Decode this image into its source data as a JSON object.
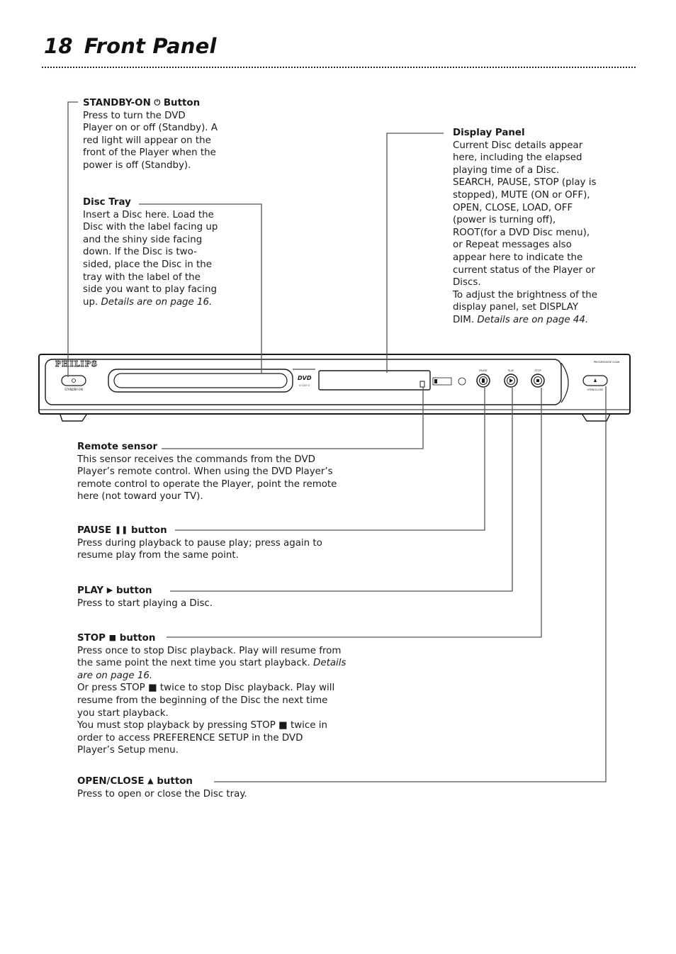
{
  "header": {
    "page_number": "18",
    "title": "Front Panel"
  },
  "device": {
    "brand": "PHILIPS",
    "standby_label": "STANDBY-ON",
    "progressive_label": "PROGRESSIVE SCAN",
    "open_close_label": "OPEN/CLOSE",
    "pause_label": "PAUSE",
    "play_label": "PLAY",
    "stop_label": "STOP",
    "dvd_logo": "DVD",
    "dvd_sub": "VIDEO"
  },
  "callouts": {
    "standby": {
      "title_a": "STANDBY-ON",
      "title_glyph": "⏻",
      "title_b": "Button",
      "desc": "Press to turn the DVD\nPlayer on or off (Standby). A\nred light will appear on the\nfront of the Player when the\npower is off (Standby)."
    },
    "disc_tray": {
      "title": "Disc Tray",
      "desc": "Insert a Disc here. Load the\nDisc with the label facing up\nand the shiny side facing\ndown. If the Disc is two-\nsided, place the Disc in the\ntray with the label of the\nside you want to play facing\nup. ",
      "note": "Details are on page 16."
    },
    "display_panel": {
      "title": "Display Panel",
      "desc": "Current Disc details appear\nhere, including the elapsed\nplaying time of a Disc.\nSEARCH, PAUSE, STOP (play is\nstopped), MUTE (ON or OFF),\nOPEN, CLOSE, LOAD, OFF\n(power is turning off),\nROOT(for a DVD Disc menu),\nor Repeat messages also\nappear here to indicate the\ncurrent status of the Player or\nDiscs.\nTo adjust the brightness of the\ndisplay panel, set DISPLAY\nDIM. ",
      "note": "Details are on page 44."
    },
    "remote_sensor": {
      "title": "Remote sensor",
      "desc": "This sensor receives the commands from the DVD\nPlayer’s remote control. When using the DVD Player’s\nremote control to operate the Player, point the remote\nhere (not toward your TV)."
    },
    "pause": {
      "title_a": "PAUSE",
      "title_glyph": "❚❚",
      "title_b": "button",
      "desc": "Press during playback to pause play; press again to\nresume play from the same point."
    },
    "play": {
      "title_a": "PLAY",
      "title_glyph": "▶",
      "title_b": "button",
      "desc": "Press to start playing a Disc."
    },
    "stop": {
      "title_a": "STOP",
      "title_glyph": "■",
      "title_b": "button",
      "desc1": "Press once to stop Disc playback. Play will resume from\nthe same point the next time you start playback. ",
      "note1": "Details\nare on page 16.",
      "desc2": "Or press STOP ■ twice to stop Disc playback. Play will\nresume from the beginning of the Disc the next time\nyou start playback.\nYou must stop playback by pressing STOP ■ twice in\norder to access PREFERENCE SETUP in the DVD\nPlayer’s Setup menu."
    },
    "open_close": {
      "title_a": "OPEN/CLOSE",
      "title_glyph": "▲",
      "title_b": "button",
      "desc": "Press to open or close the Disc tray."
    }
  },
  "colors": {
    "line": "#555555",
    "panel": "#1a1a1a",
    "text": "#1a1a1a"
  }
}
